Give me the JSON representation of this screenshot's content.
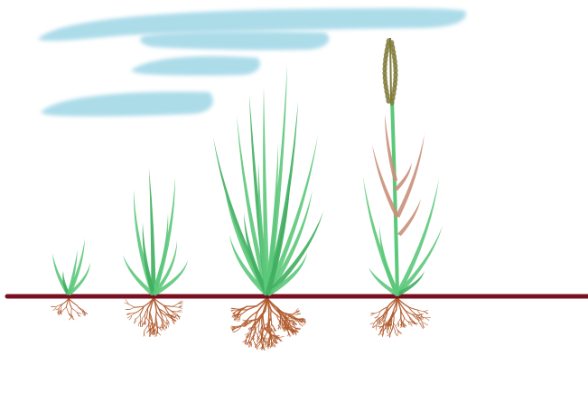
{
  "diagram": {
    "stages": [
      {
        "id": "seedling",
        "label": ""
      },
      {
        "id": "tillering",
        "label": ""
      },
      {
        "id": "stem-elongation",
        "label": ""
      },
      {
        "id": "heading",
        "label": ""
      }
    ]
  },
  "colors": {
    "sky": "#9fd6e6",
    "leaf": "#5cc87a",
    "leaf_dark": "#3fae5f",
    "leaf_senescent": "#c9907a",
    "root": "#b05a2c",
    "ground": "#7a0f1f",
    "panicle": "#7f7a3a"
  },
  "icons": {
    "cloud": "cloud-streak-icon",
    "plant": "grass-plant-icon",
    "roots": "root-system-icon",
    "panicle": "seed-head-icon"
  }
}
